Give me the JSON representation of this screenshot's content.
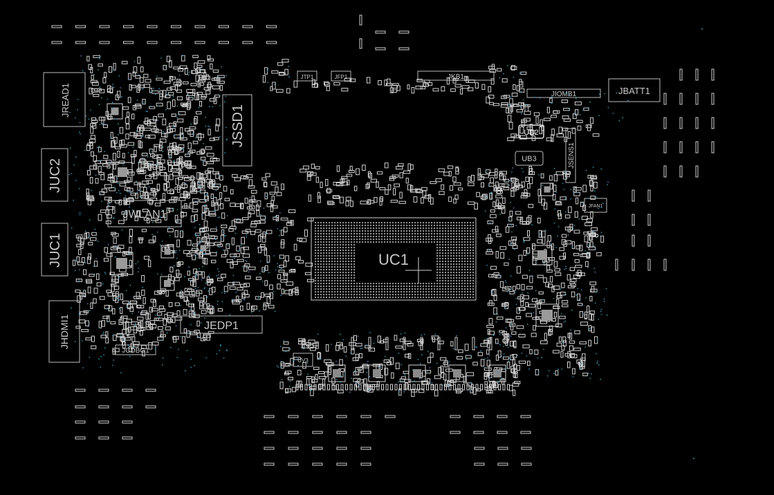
{
  "board": {
    "background": "#000000",
    "outline_color": "#bdbdbd",
    "via_color": "#2f8fae",
    "connectors": {
      "jread1": "JREAD1",
      "juc2": "JUC2",
      "juc1": "JUC1",
      "jhdmi1": "JHDMI1",
      "jwlan1": "JWLAN1",
      "jssd1": "JSSD1",
      "jedp1": "JEDP1",
      "jcdbg1": "JCDBG1",
      "jtp1": "JTP1",
      "jfp1": "JFP1",
      "jkb1": "JKB1",
      "jiomb1": "JIOMB1",
      "jbatt1": "JBATT1",
      "jsens1": "JSENS1",
      "jfan1": "JFAN1"
    },
    "chips": {
      "uc1": "UC1",
      "ub2": "UB2",
      "ub3": "UB3",
      "uv3": "UV3"
    }
  }
}
